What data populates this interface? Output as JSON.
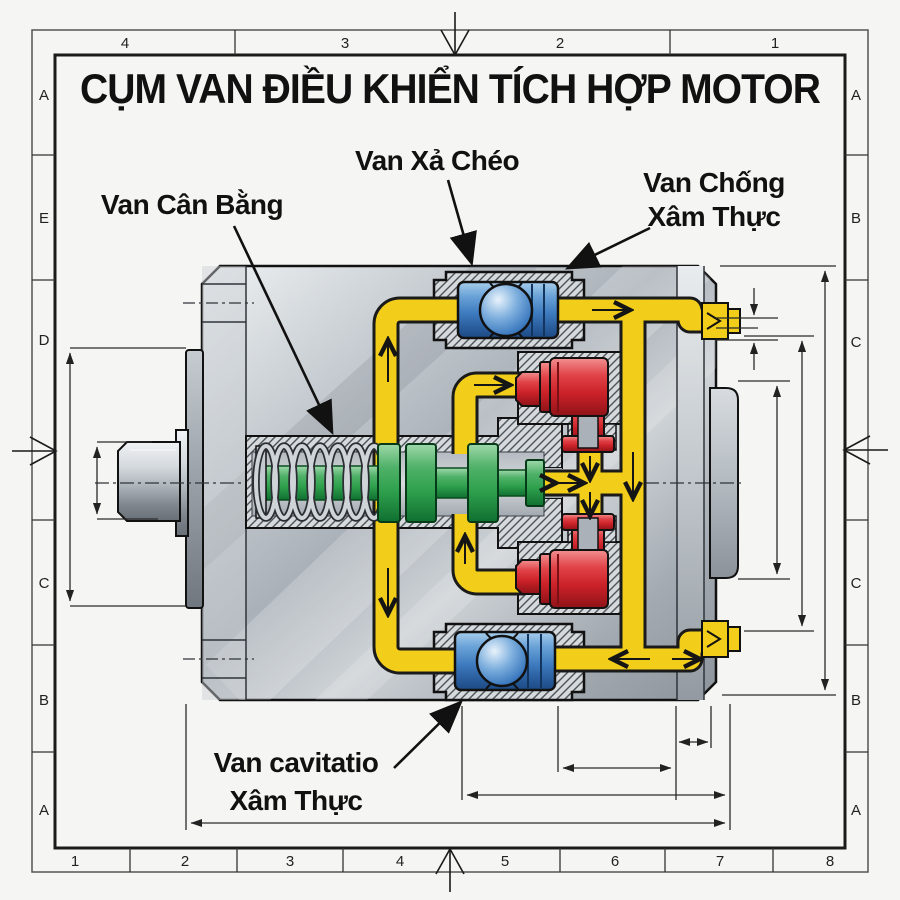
{
  "title": "CỤM VAN ĐIỀU KHIỂN TÍCH HỢP MOTOR",
  "labels": {
    "balance_valve": "Van Cân Bằng",
    "cross_relief_valve": "Van Xả Chéo",
    "anti_cavitation_line1": "Van Chống",
    "anti_cavitation_line2": "Xâm Thực",
    "bottom_cavitation_line1": "Van cavitatio",
    "bottom_cavitation_line2": "Xâm Thực"
  },
  "frame": {
    "top_numbers": [
      "4",
      "3",
      "2",
      "1"
    ],
    "bottom_numbers": [
      "1",
      "2",
      "3",
      "4",
      "5",
      "6",
      "7",
      "8"
    ],
    "left_letters": [
      "A",
      "E",
      "D",
      "C",
      "B",
      "A"
    ],
    "right_letters": [
      "A",
      "B",
      "C",
      "C",
      "B",
      "A"
    ]
  },
  "components": {
    "icons": [
      "flow-arrow-icon",
      "dimension-arrow-icon",
      "leader-arrow-icon",
      "datum-center-mark-icon",
      "port-chevron-icon"
    ],
    "parts": [
      "motor-body",
      "drive-shaft",
      "mounting-flange",
      "balance-valve-spool",
      "return-spring",
      "cross-relief-valve",
      "anti-cavitation-valve",
      "check-valve-upper",
      "check-valve-lower",
      "cavitation-valve-bottom",
      "hydraulic-channel",
      "outlet-port-top",
      "outlet-port-bottom"
    ]
  },
  "colors": {
    "background": "#F5F5F3",
    "line": "#111111",
    "channel_yellow": "#F2CE1B",
    "valve_blue": "#4A86C8",
    "valve_red": "#D6262D",
    "spool_green": "#2FA14D",
    "body_gray": "#C2C8CD"
  }
}
